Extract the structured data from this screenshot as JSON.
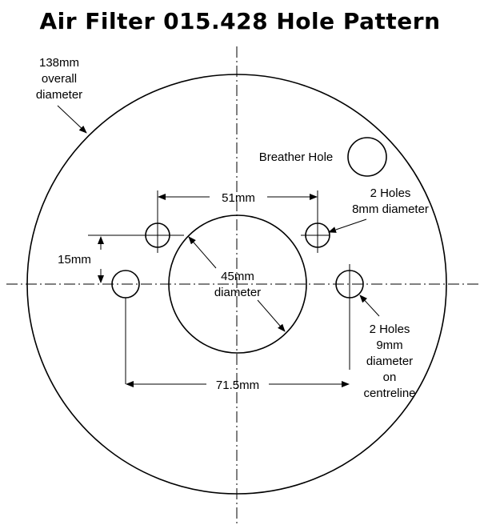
{
  "title": "Air Filter 015.428 Hole Pattern",
  "labels": {
    "overall_diameter": [
      "138mm",
      "overall",
      "diameter"
    ],
    "breather_hole": "Breather Hole",
    "holes_8mm": [
      "2 Holes",
      "8mm diameter"
    ],
    "dim_51": "51mm",
    "dim_15": "15mm",
    "center_hole": [
      "45mm",
      "diameter"
    ],
    "holes_9mm": [
      "2 Holes",
      "9mm",
      "diameter",
      "on",
      "centreline"
    ],
    "dim_71_5": "71.5mm"
  },
  "colors": {
    "line": "#000000",
    "background": "#ffffff"
  }
}
